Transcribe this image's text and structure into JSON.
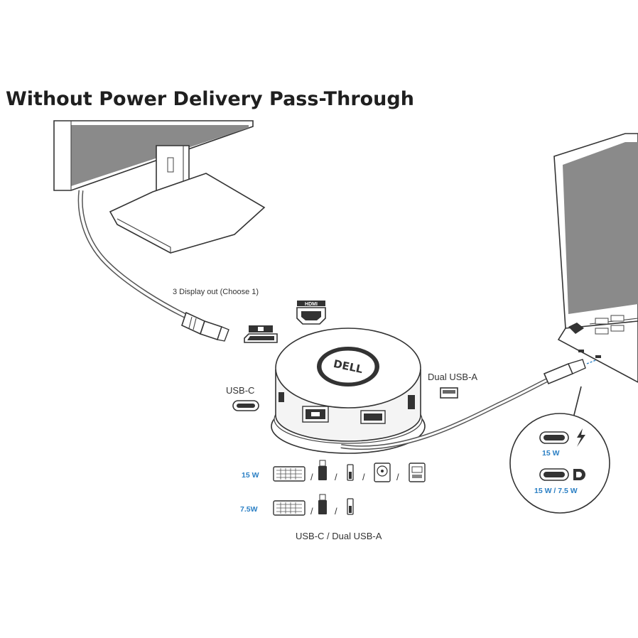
{
  "title": "Without Power Delivery Pass-Through",
  "display_out_label": "3 Display out (Choose 1)",
  "hdmi_badge": "HDMI",
  "usbc_port_label": "USB-C",
  "dual_usba_label": "Dual USB-A",
  "dock_logo": "DELL",
  "power_rows": [
    {
      "watt": "15 W",
      "devices": [
        "keyboard-icon",
        "flash-drive-icon",
        "small-drive-icon",
        "hard-disk-icon",
        "ssd-icon"
      ]
    },
    {
      "watt": "7.5W",
      "devices": [
        "keyboard-icon",
        "flash-drive-icon",
        "small-drive-icon"
      ]
    }
  ],
  "power_caption": "USB-C / Dual USB-A",
  "callout": {
    "thunderbolt_watt": "15 W",
    "displayport_watt": "15 W / 7.5 W"
  },
  "colors": {
    "accent_blue": "#2a7fc4",
    "screen_gray": "#8a8a8a",
    "line": "#333333"
  }
}
